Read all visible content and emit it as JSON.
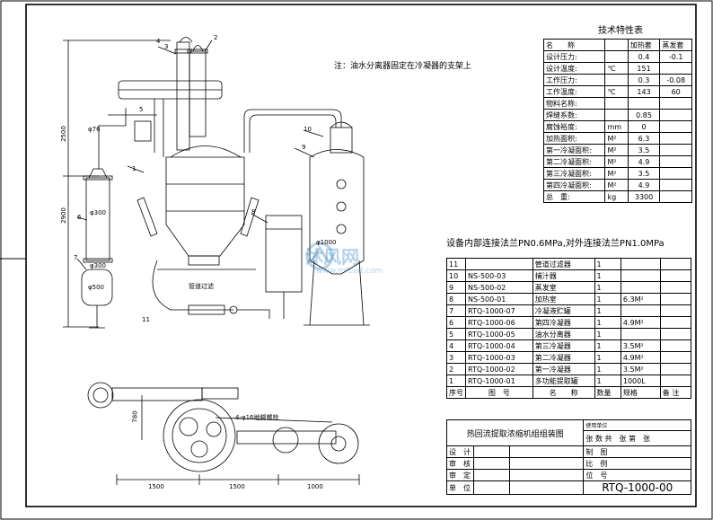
{
  "note": "注：油水分离器固定在冷凝器的支架上",
  "tech_table": {
    "title": "技术特性表",
    "headers": [
      "名　　称",
      "",
      "加热套",
      "蒸发套"
    ],
    "rows": [
      {
        "name": "设计压力:",
        "unit": "",
        "a": "0.4",
        "b": "-0.1"
      },
      {
        "name": "设计温度:",
        "unit": "℃",
        "a": "151",
        "b": ""
      },
      {
        "name": "工作压力:",
        "unit": "",
        "a": "0.3",
        "b": "-0.08"
      },
      {
        "name": "工作温度:",
        "unit": "℃",
        "a": "143",
        "b": "60"
      },
      {
        "name": "物料名称:",
        "unit": "",
        "a": "",
        "b": ""
      },
      {
        "name": "焊缝系数:",
        "unit": "",
        "a": "0.85",
        "b": ""
      },
      {
        "name": "腐蚀裕度:",
        "unit": "mm",
        "a": "0",
        "b": ""
      },
      {
        "name": "加热面积:",
        "unit": "M²",
        "a": "6.3",
        "b": ""
      },
      {
        "name": "第一冷凝面积:",
        "unit": "M²",
        "a": "3.5",
        "b": ""
      },
      {
        "name": "第二冷凝面积:",
        "unit": "M²",
        "a": "4.9",
        "b": ""
      },
      {
        "name": "第三冷凝面积:",
        "unit": "M²",
        "a": "3.5",
        "b": ""
      },
      {
        "name": "第四冷凝面积:",
        "unit": "M²",
        "a": "4.9",
        "b": ""
      },
      {
        "name": "总　重:",
        "unit": "kg",
        "a": "3300",
        "b": ""
      }
    ]
  },
  "flange_note": "设备内部连接法兰PN0.6MPa,对外连接法兰PN1.0MPa",
  "parts": [
    {
      "no": "11",
      "code": "",
      "name": "管道过滤器",
      "qty": "1",
      "material": "",
      "remark": ""
    },
    {
      "no": "10",
      "code": "NS-500-03",
      "name": "捕汁器",
      "qty": "1",
      "material": "",
      "remark": ""
    },
    {
      "no": "9",
      "code": "NS-500-02",
      "name": "蒸发室",
      "qty": "1",
      "material": "",
      "remark": ""
    },
    {
      "no": "8",
      "code": "NS-500-01",
      "name": "加热室",
      "qty": "1",
      "material": "6.3M²",
      "remark": ""
    },
    {
      "no": "7",
      "code": "RTQ-1000-07",
      "name": "冷凝液贮罐",
      "qty": "1",
      "material": "",
      "remark": ""
    },
    {
      "no": "6",
      "code": "RTQ-1000-06",
      "name": "第四冷凝器",
      "qty": "1",
      "material": "4.9M²",
      "remark": ""
    },
    {
      "no": "5",
      "code": "RTQ-1000-05",
      "name": "油水分离器",
      "qty": "1",
      "material": "",
      "remark": ""
    },
    {
      "no": "4",
      "code": "RTQ-1000-04",
      "name": "第三冷凝器",
      "qty": "1",
      "material": "3.5M²",
      "remark": ""
    },
    {
      "no": "3",
      "code": "RTQ-1000-03",
      "name": "第二冷凝器",
      "qty": "1",
      "material": "4.9M²",
      "remark": ""
    },
    {
      "no": "2",
      "code": "RTQ-1000-02",
      "name": "第一冷凝器",
      "qty": "1",
      "material": "3.5M²",
      "remark": ""
    },
    {
      "no": "1",
      "code": "RTQ-1000-01",
      "name": "多功能提取罐",
      "qty": "1",
      "material": "1000L",
      "remark": ""
    }
  ],
  "parts_header": {
    "no": "序号",
    "code": "图　号",
    "name": "名　　称",
    "qty": "数量",
    "material": "规格",
    "remark": "备 注"
  },
  "title_block": {
    "drawing_title": "热回流提取浓缩机组组装图",
    "unit_label": "使用单位",
    "sheets": "张 数 共　张 第　张",
    "design": "设　计",
    "check": "审　核",
    "approve": "审　定",
    "unit": "单　位",
    "drawn": "制　图",
    "scale": "比　例",
    "position": "位　号",
    "drawing_no": "RTQ-1000-00"
  },
  "dims": {
    "d1": "2500",
    "d2": "2900",
    "d3": "1500",
    "d4": "1500",
    "d5": "1000",
    "d6": "780",
    "phi1": "φ76",
    "phi2": "φ300",
    "phi3": "φ300",
    "phi4": "φ500",
    "phi5": "φ1000",
    "pipe": "管道过滤",
    "pipe2": "4-φ16地脚螺栓"
  },
  "callouts": [
    "1",
    "2",
    "3",
    "4",
    "5",
    "6",
    "7",
    "8",
    "9",
    "10",
    "11"
  ],
  "watermark": "沐风网",
  "watermark_url": "www.mfcad.com"
}
